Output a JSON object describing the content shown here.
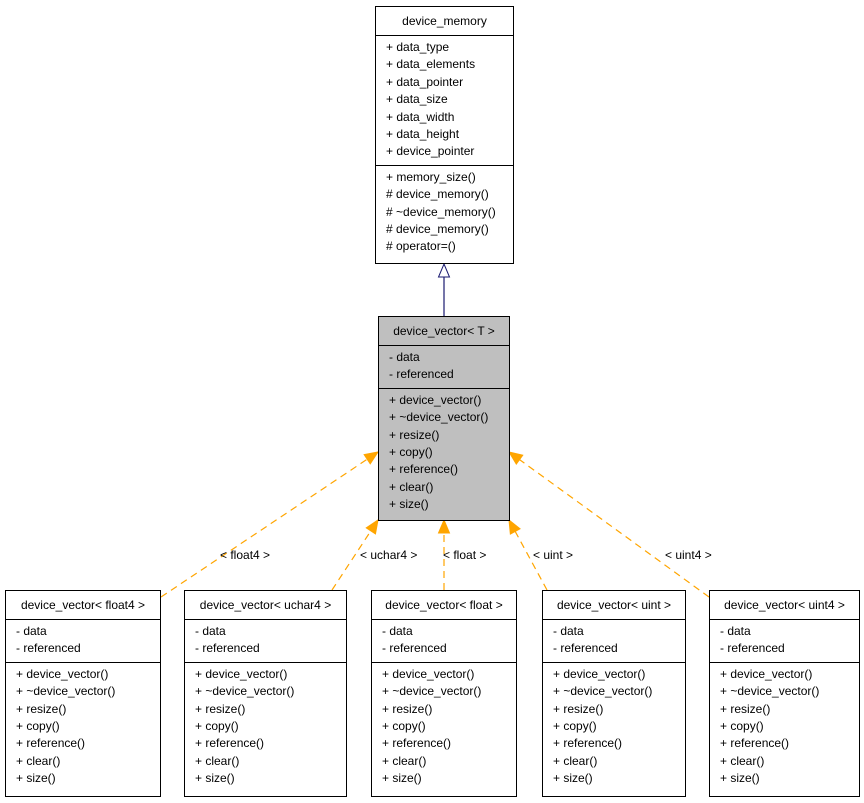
{
  "colors": {
    "inheritance": "#191970",
    "template": "#ffa500",
    "focus_fill": "#bfbfbf"
  },
  "classes": [
    {
      "id": "device_memory",
      "name": "device_memory",
      "attributes": [
        "+ data_type",
        "+ data_elements",
        "+ data_pointer",
        "+ data_size",
        "+ data_width",
        "+ data_height",
        "+ device_pointer"
      ],
      "methods": [
        "+ memory_size()",
        "# device_memory()",
        "# ~device_memory()",
        "# device_memory()",
        "# operator=()"
      ]
    },
    {
      "id": "device_vector_T",
      "name": "device_vector< T >",
      "focus": true,
      "attributes": [
        "- data",
        "- referenced"
      ],
      "methods": [
        "+ device_vector()",
        "+ ~device_vector()",
        "+ resize()",
        "+ copy()",
        "+ reference()",
        "+ clear()",
        "+ size()"
      ]
    },
    {
      "id": "dv_float4",
      "name": "device_vector< float4 >",
      "attributes": [
        "- data",
        "- referenced"
      ],
      "methods": [
        "+ device_vector()",
        "+ ~device_vector()",
        "+ resize()",
        "+ copy()",
        "+ reference()",
        "+ clear()",
        "+ size()"
      ]
    },
    {
      "id": "dv_uchar4",
      "name": "device_vector< uchar4 >",
      "attributes": [
        "- data",
        "- referenced"
      ],
      "methods": [
        "+ device_vector()",
        "+ ~device_vector()",
        "+ resize()",
        "+ copy()",
        "+ reference()",
        "+ clear()",
        "+ size()"
      ]
    },
    {
      "id": "dv_float",
      "name": "device_vector< float >",
      "attributes": [
        "- data",
        "- referenced"
      ],
      "methods": [
        "+ device_vector()",
        "+ ~device_vector()",
        "+ resize()",
        "+ copy()",
        "+ reference()",
        "+ clear()",
        "+ size()"
      ]
    },
    {
      "id": "dv_uint",
      "name": "device_vector< uint >",
      "attributes": [
        "- data",
        "- referenced"
      ],
      "methods": [
        "+ device_vector()",
        "+ ~device_vector()",
        "+ resize()",
        "+ copy()",
        "+ reference()",
        "+ clear()",
        "+ size()"
      ]
    },
    {
      "id": "dv_uint4",
      "name": "device_vector< uint4 >",
      "attributes": [
        "- data",
        "- referenced"
      ],
      "methods": [
        "+ device_vector()",
        "+ ~device_vector()",
        "+ resize()",
        "+ copy()",
        "+ reference()",
        "+ clear()",
        "+ size()"
      ]
    }
  ],
  "edges": [
    {
      "from": "device_vector_T",
      "to": "device_memory",
      "kind": "inheritance",
      "label": ""
    },
    {
      "from": "dv_float4",
      "to": "device_vector_T",
      "kind": "template",
      "label": "< float4 >"
    },
    {
      "from": "dv_uchar4",
      "to": "device_vector_T",
      "kind": "template",
      "label": "< uchar4 >"
    },
    {
      "from": "dv_float",
      "to": "device_vector_T",
      "kind": "template",
      "label": "< float >"
    },
    {
      "from": "dv_uint",
      "to": "device_vector_T",
      "kind": "template",
      "label": "< uint >"
    },
    {
      "from": "dv_uint4",
      "to": "device_vector_T",
      "kind": "template",
      "label": "< uint4 >"
    }
  ]
}
